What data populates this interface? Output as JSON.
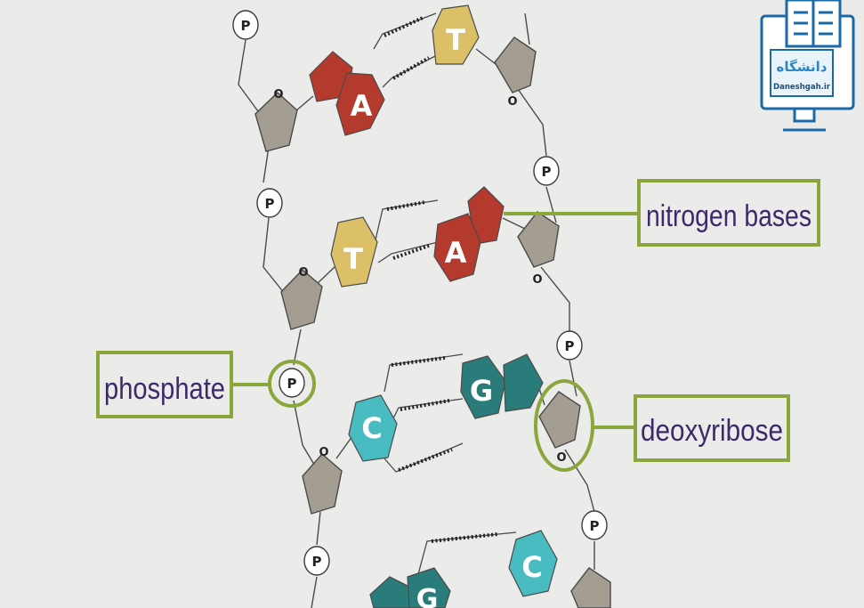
{
  "labels": {
    "nitrogen_bases": "nitrogen bases",
    "phosphate": "phosphate",
    "deoxyribose": "deoxyribose"
  },
  "symbols": {
    "phosphate": "P",
    "ring_oxygen": "O"
  },
  "bases": {
    "row1_left": "A",
    "row1_right": "T",
    "row2_left": "T",
    "row2_right": "A",
    "row3_left": "C",
    "row3_right": "G",
    "row4_left": "G",
    "row4_right": "C"
  },
  "logo": {
    "title": "دانشگاه",
    "subtitle": "Daneshgah.ir"
  },
  "colors": {
    "adenine": "#b33a2c",
    "thymine": "#dcc068",
    "guanine": "#2a7c7a",
    "cytosine": "#49bcc2",
    "sugar": "#a49d91",
    "callout": "#8aa63c",
    "label_text": "#3e2a6b"
  }
}
